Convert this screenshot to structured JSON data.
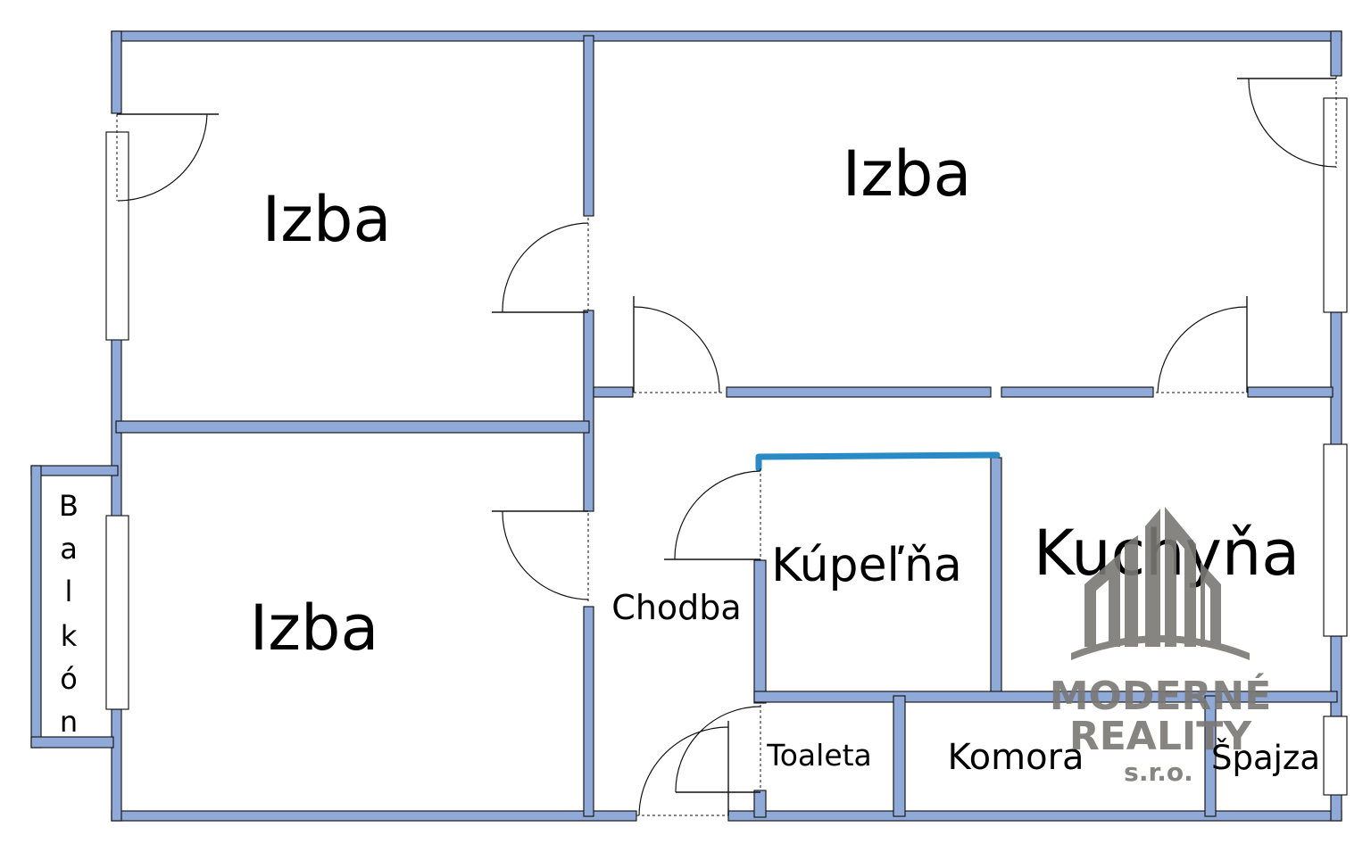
{
  "colors": {
    "wall": "#8fa9d9",
    "accent_wall": "#2a8ac6",
    "logo_gray": "#7a7875",
    "text": "#000000"
  },
  "rooms": {
    "izba_top_left": "Izba",
    "izba_top_right": "Izba",
    "izba_bottom_left": "Izba",
    "kupelna": "Kúpeľňa",
    "kuchyna": "Kuchyňa",
    "chodba": "Chodba",
    "toaleta": "Toaleta",
    "komora": "Komora",
    "spajza": "Špajza"
  },
  "balcony_letters": [
    "B",
    "a",
    "l",
    "k",
    "ó",
    "n"
  ],
  "logo": {
    "line1": "MODERNÉ",
    "line2": "REALITY",
    "line3": "s.r.o."
  }
}
